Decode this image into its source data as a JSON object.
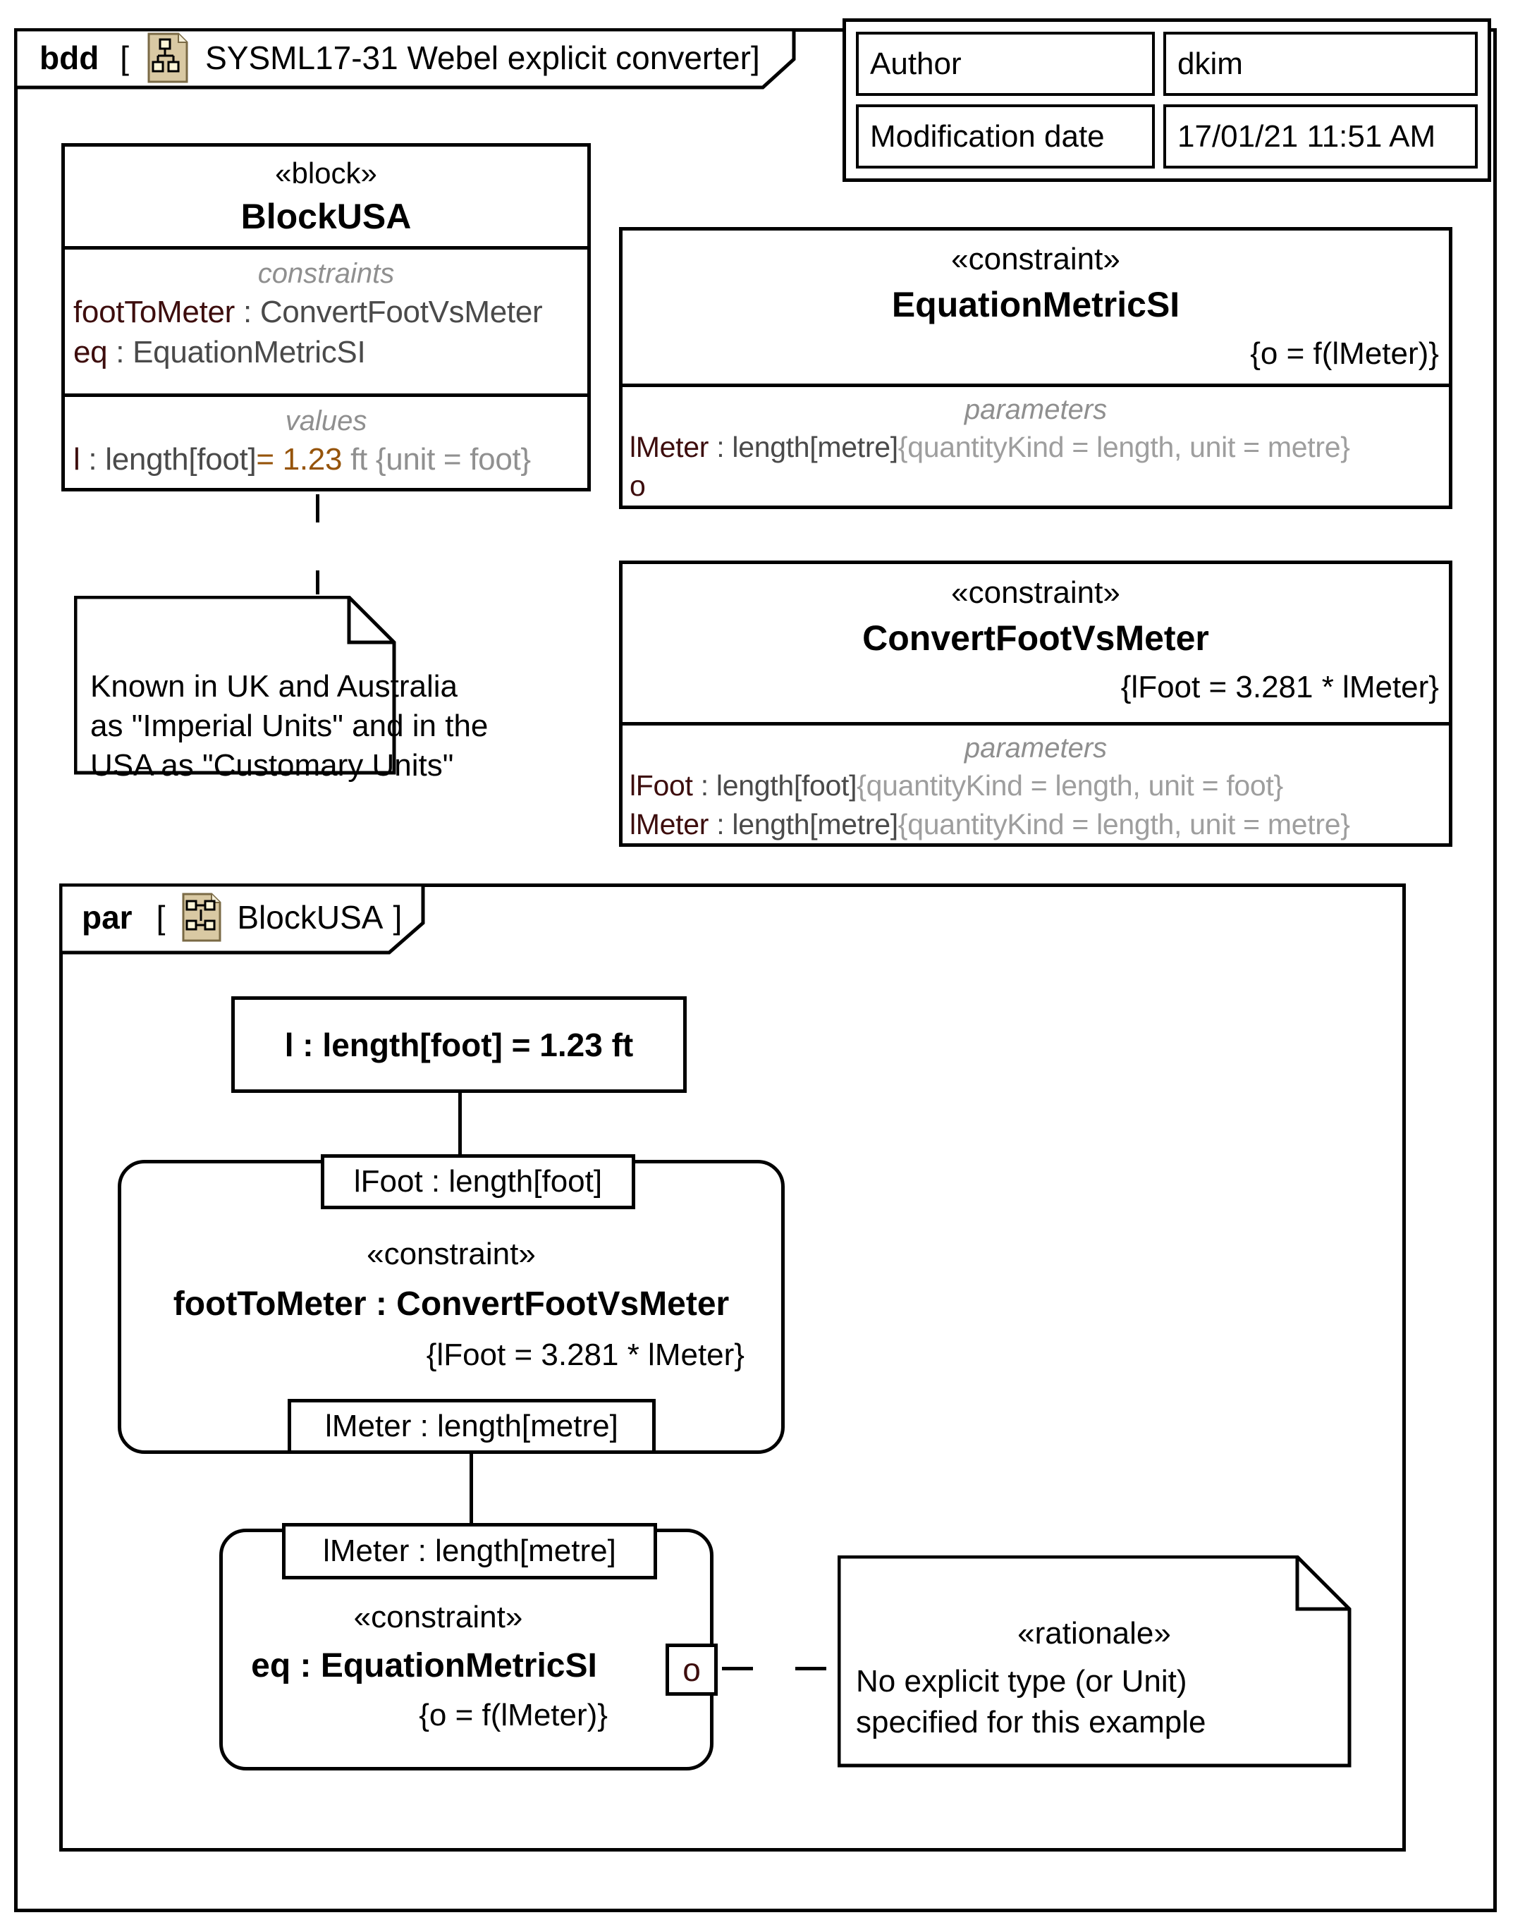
{
  "bdd_frame": {
    "kind": "bdd",
    "open_bracket": "[",
    "title": "SYSML17-31 Webel explicit converter",
    "close_bracket": "]",
    "icon": "bdd-diagram-icon"
  },
  "meta_table": {
    "rows": [
      {
        "label": "Author",
        "value": "dkim"
      },
      {
        "label": "Modification date",
        "value": "17/01/21 11:51 AM"
      }
    ]
  },
  "block_usa": {
    "stereotype": "«block»",
    "name": "BlockUSA",
    "constraints_label": "constraints",
    "constraints": [
      {
        "name": "footToMeter",
        "sep": " : ",
        "type": "ConvertFootVsMeter"
      },
      {
        "name": "eq",
        "sep": " : ",
        "type": "EquationMetricSI"
      }
    ],
    "values_label": "values",
    "value": {
      "name": "l",
      "type_part": " : length[foot]",
      "eq_part": "= 1.23",
      "unit_part": " ft {unit = foot}"
    }
  },
  "eq_constraint_block": {
    "stereotype": "«constraint»",
    "name": "EquationMetricSI",
    "expression": "{o = f(lMeter)}",
    "params_label": "parameters",
    "params": [
      {
        "name": "lMeter",
        "type": " : length[metre]",
        "annotation": "{quantityKind = length, unit = metre}"
      },
      {
        "name": "o",
        "type": "",
        "annotation": ""
      }
    ]
  },
  "conv_constraint_block": {
    "stereotype": "«constraint»",
    "name": "ConvertFootVsMeter",
    "expression": "{lFoot = 3.281 * lMeter}",
    "params_label": "parameters",
    "params": [
      {
        "name": "lFoot",
        "type": " : length[foot]",
        "annotation": "{quantityKind = length, unit = foot}"
      },
      {
        "name": "lMeter",
        "type": " : length[metre]",
        "annotation": "{quantityKind = length, unit = metre}"
      }
    ]
  },
  "note_units": {
    "lines": [
      "Known in UK and Australia",
      "as \"Imperial Units\" and in the",
      "USA as \"Customary Units\""
    ]
  },
  "par_frame": {
    "kind": "par",
    "open_bracket": "[",
    "title": "BlockUSA",
    "close_bracket": "]",
    "icon": "par-diagram-icon"
  },
  "par_diagram": {
    "value_box": "l : length[foot] = 1.23 ft",
    "foot_to_meter": {
      "top_pin": "lFoot : length[foot]",
      "stereotype": "«constraint»",
      "name": "footToMeter : ConvertFootVsMeter",
      "expression": "{lFoot = 3.281 * lMeter}",
      "bottom_pin": "lMeter : length[metre]"
    },
    "eq": {
      "top_pin": "lMeter : length[metre]",
      "stereotype": "«constraint»",
      "name": "eq : EquationMetricSI",
      "expression": "{o = f(lMeter)}",
      "port": "o"
    },
    "rationale": {
      "stereotype": "«rationale»",
      "lines": [
        "No explicit type (or Unit)",
        "specified for this example"
      ]
    }
  },
  "colors": {
    "line": "#000000",
    "name_text": "#3d0d0d",
    "type_text": "#4a4a4a",
    "muted_text": "#9e9e9e",
    "section_label": "#8f8f8f",
    "value_text": "#96540a",
    "unit_text": "#909090",
    "icon_fill": "#d9c9a3",
    "icon_page": "#fdf6d8",
    "icon_border": "#7a6a45"
  }
}
